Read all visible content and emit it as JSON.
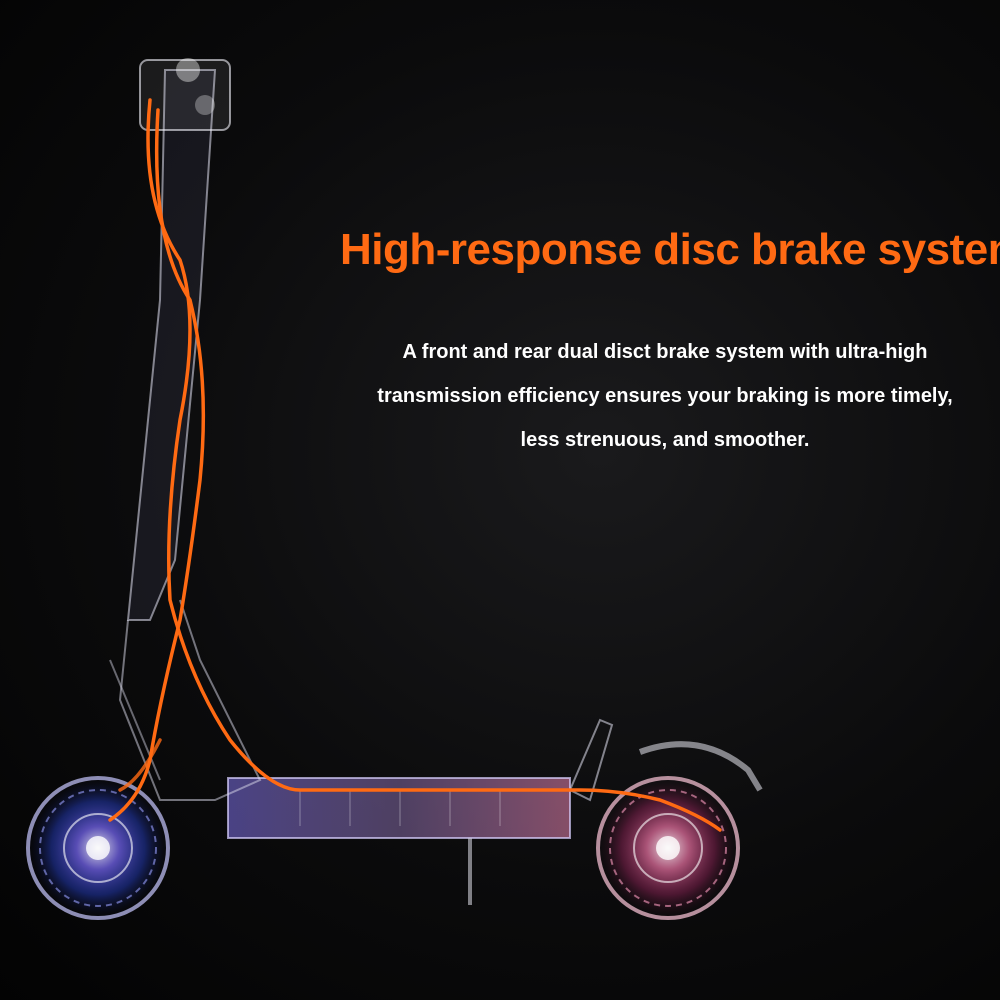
{
  "headline": {
    "text": "High-response disc brake system",
    "color": "#ff6a13"
  },
  "description": {
    "lines": [
      "A front and rear dual disct brake system with ultra-high",
      "transmission efficiency ensures your braking is more timely,",
      "less strenuous, and smoother."
    ]
  },
  "image": {
    "subject": "x-ray style illustration of electric scooter with orange brake cables",
    "background": "#0b0b0c",
    "accent_color": "#ff6a13"
  }
}
